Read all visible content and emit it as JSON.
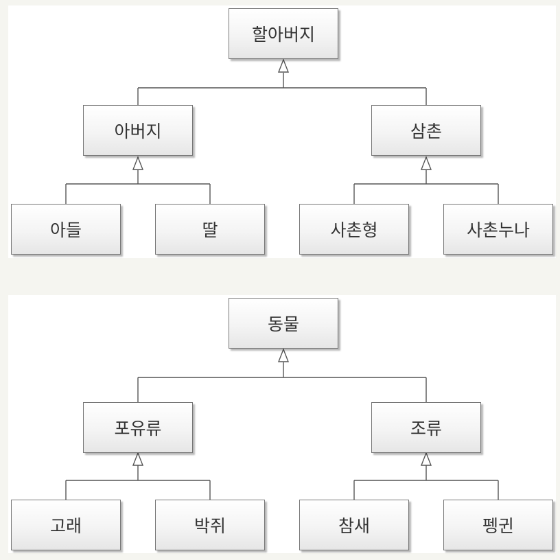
{
  "diagrams": [
    {
      "root": "할아버지",
      "children": [
        {
          "label": "아버지",
          "children": [
            "아들",
            "딸"
          ]
        },
        {
          "label": "삼촌",
          "children": [
            "사촌형",
            "사촌누나"
          ]
        }
      ]
    },
    {
      "root": "동물",
      "children": [
        {
          "label": "포유류",
          "children": [
            "고래",
            "박쥐"
          ]
        },
        {
          "label": "조류",
          "children": [
            "참새",
            "펭귄"
          ]
        }
      ]
    }
  ]
}
